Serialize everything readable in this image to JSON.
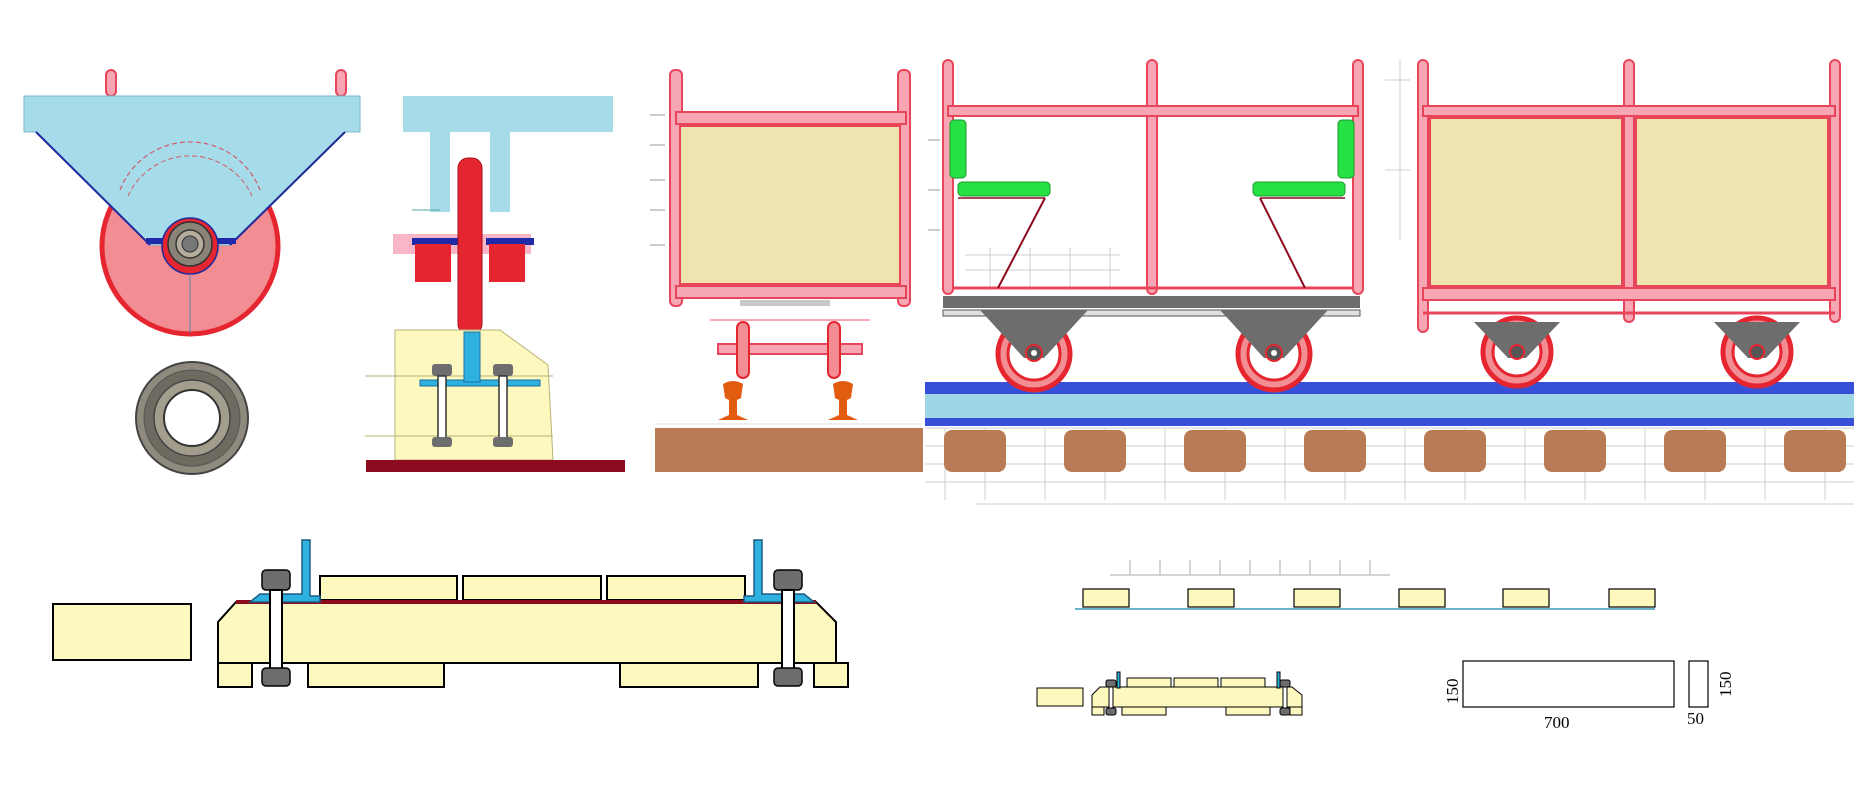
{
  "dimensions": {
    "height_left": "150",
    "width_bottom": "700",
    "height_right": "150",
    "thickness": "50"
  },
  "colors": {
    "frame_red": "#e8455a",
    "frame_pink": "#f6a7b3",
    "panel_cream": "#efe3b0",
    "bracket_blue": "#a6dbea",
    "wheel_red": "#e52630",
    "wheel_pink": "#f38d94",
    "seat_green": "#27e044",
    "rail_blue": "#3650d8",
    "rail_light": "#9fd6e6",
    "ground_brown": "#b97b56",
    "beam_yellow": "#fdf8bd",
    "bolt_gray": "#6d6d6d",
    "base_dark_red": "#8b0a1e",
    "clamp_cyan": "#2fb1e0",
    "rail_orange": "#e25c10"
  }
}
